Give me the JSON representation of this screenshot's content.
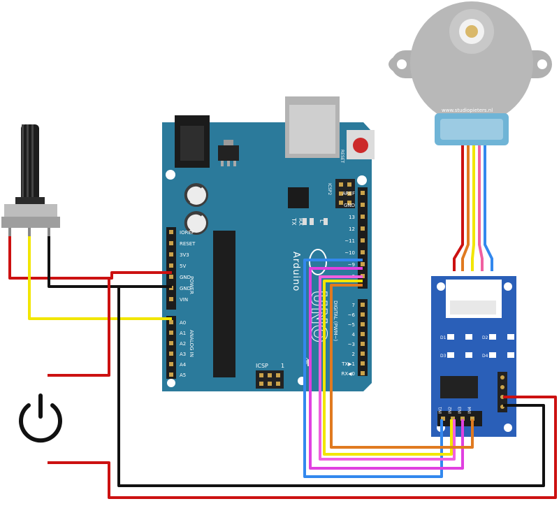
{
  "colors": {
    "board": "#2b7a9b",
    "board_dark": "#1f5f7a",
    "driver_board": "#2a5fb8",
    "wire_red": "#cc1111",
    "wire_black": "#111111",
    "wire_yellow": "#f2e600",
    "wire_magenta": "#e040e0",
    "wire_blue": "#3388ee",
    "wire_orange": "#e07a20",
    "wire_pink": "#f060a0",
    "motor_body": "#b5b5b5",
    "motor_collar": "#6fb4d6",
    "potentiometer": "#222222"
  },
  "power_symbol": {
    "icon": "power-icon"
  },
  "motor": {
    "watermark": "www.studiopieters.nl"
  },
  "arduino": {
    "reset_label": "RESET",
    "icsp2_label": "ICSP2",
    "icsp_label": "ICSP",
    "icsp_pin1": "1",
    "tx_label": "TX",
    "rx_label": "RX",
    "l_label": "L",
    "on_label": "ON",
    "brand": "Arduino",
    "uno_text": "UNO",
    "power_header_title": "POWER",
    "analog_header_title": "ANALOG IN",
    "digital_header_title": "DIGITAL (PWM~)",
    "power_pins": [
      "IOREF",
      "RESET",
      "3V3",
      "5V",
      "GND",
      "GND",
      "VIN"
    ],
    "analog_pins": [
      "A0",
      "A1",
      "A2",
      "A3",
      "A4",
      "A5"
    ],
    "top_right_pins": [
      "AREF",
      "GND",
      "13",
      "12",
      "~11",
      "~10",
      "~9",
      "8"
    ],
    "digital_pins": [
      "7",
      "~6",
      "~5",
      "4",
      "~3",
      "2",
      "TX▶1",
      "RX◀0"
    ]
  },
  "driver": {
    "input_labels": [
      "IN1",
      "IN2",
      "IN3",
      "IN4"
    ],
    "led_labels": [
      "D1",
      "D2",
      "D3",
      "D4"
    ]
  }
}
